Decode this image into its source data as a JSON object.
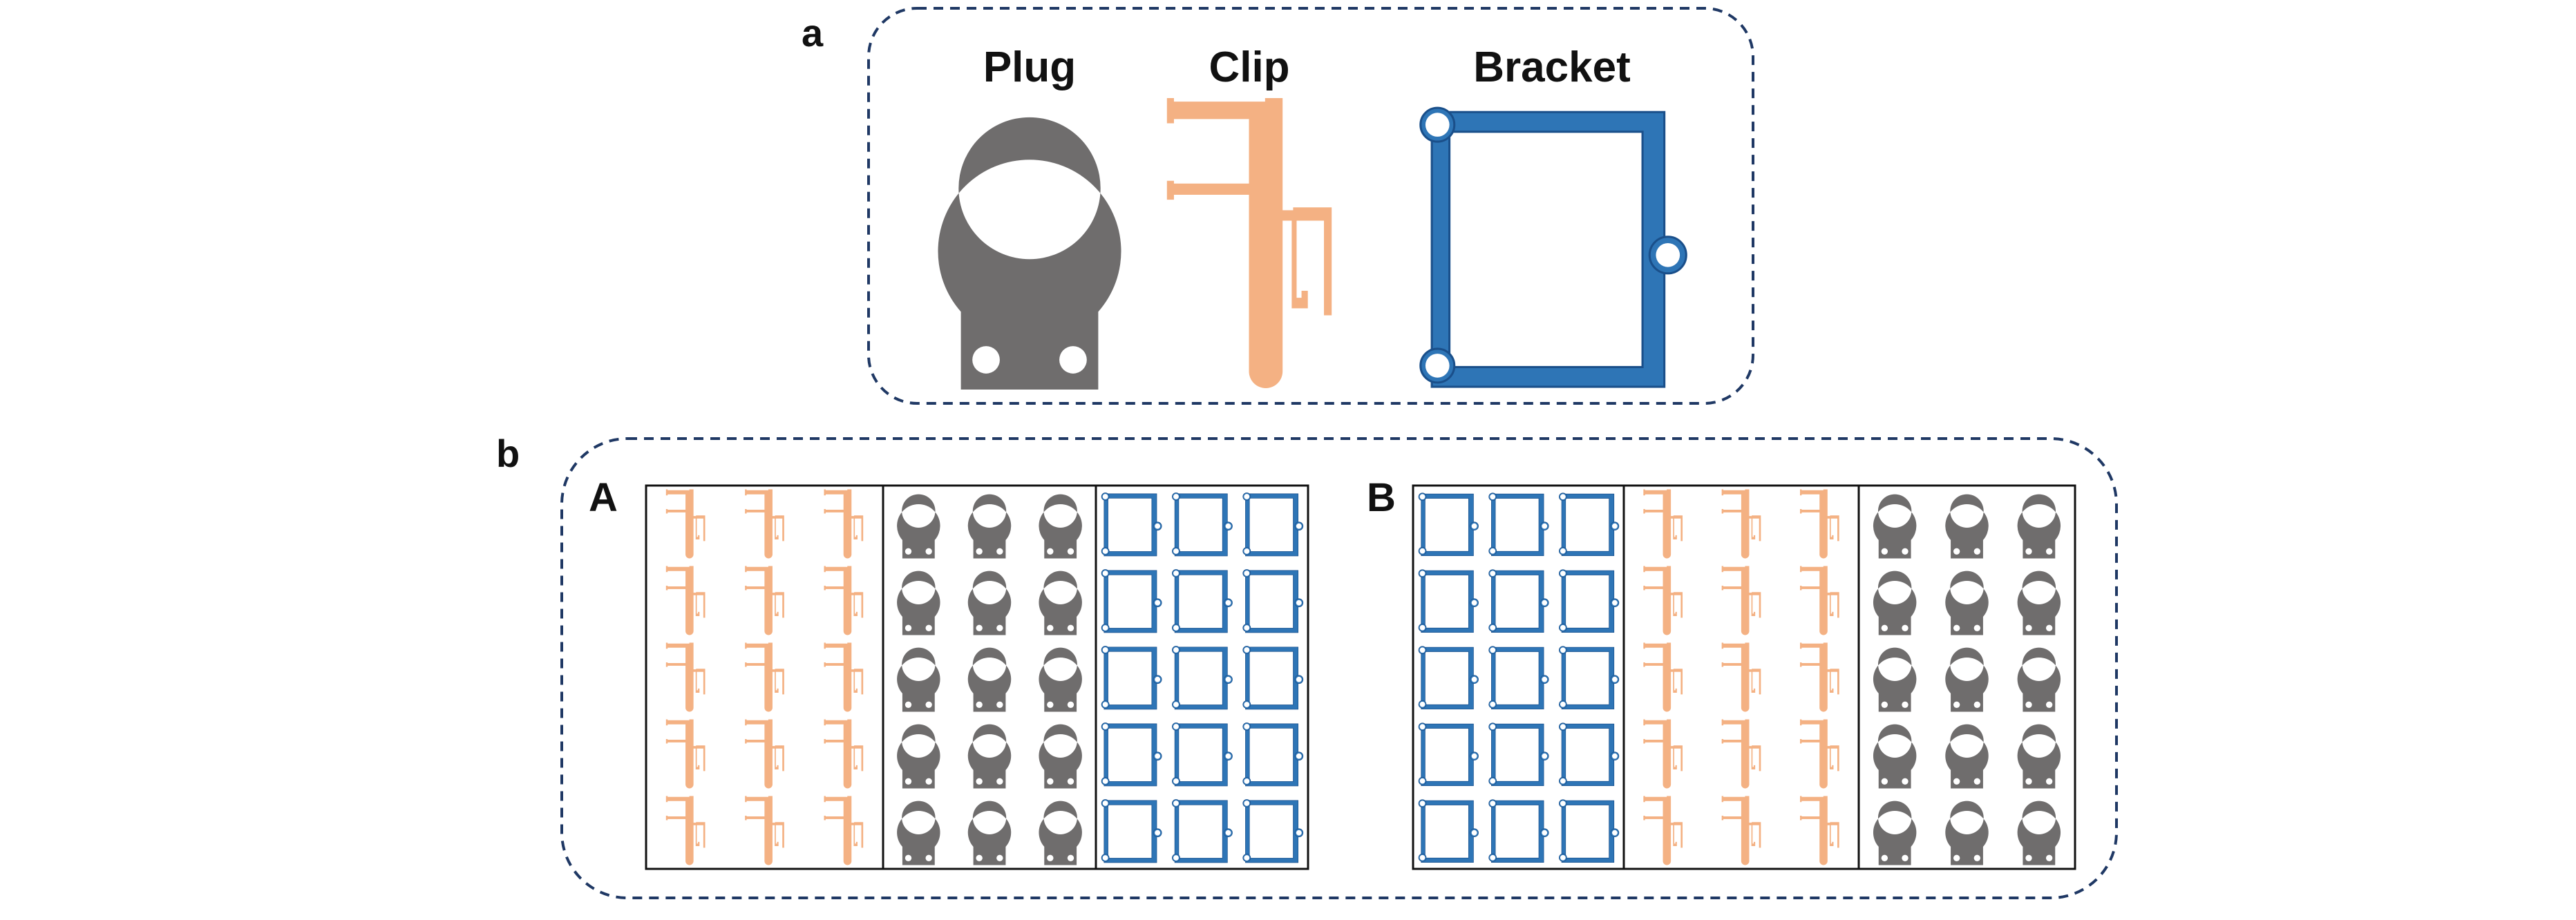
{
  "panel_a": {
    "label": "a",
    "parts": [
      {
        "id": "plug",
        "name": "Plug",
        "color": "#6f6d6d",
        "icon": "plug-ring-icon"
      },
      {
        "id": "clip",
        "name": "Clip",
        "color": "#f4b183",
        "icon": "clip-icon"
      },
      {
        "id": "bracket",
        "name": "Bracket",
        "color": "#2e75b6",
        "icon": "bracket-frame-icon"
      }
    ]
  },
  "panel_b": {
    "label": "b",
    "layouts": [
      {
        "id": "A",
        "label": "A",
        "columns": [
          "clip",
          "plug",
          "bracket"
        ],
        "rows": 5,
        "per_row": 3
      },
      {
        "id": "B",
        "label": "B",
        "columns": [
          "bracket",
          "clip",
          "plug"
        ],
        "rows": 5,
        "per_row": 3
      }
    ]
  },
  "colors": {
    "border": "#1f3864",
    "frame": "#111111"
  }
}
